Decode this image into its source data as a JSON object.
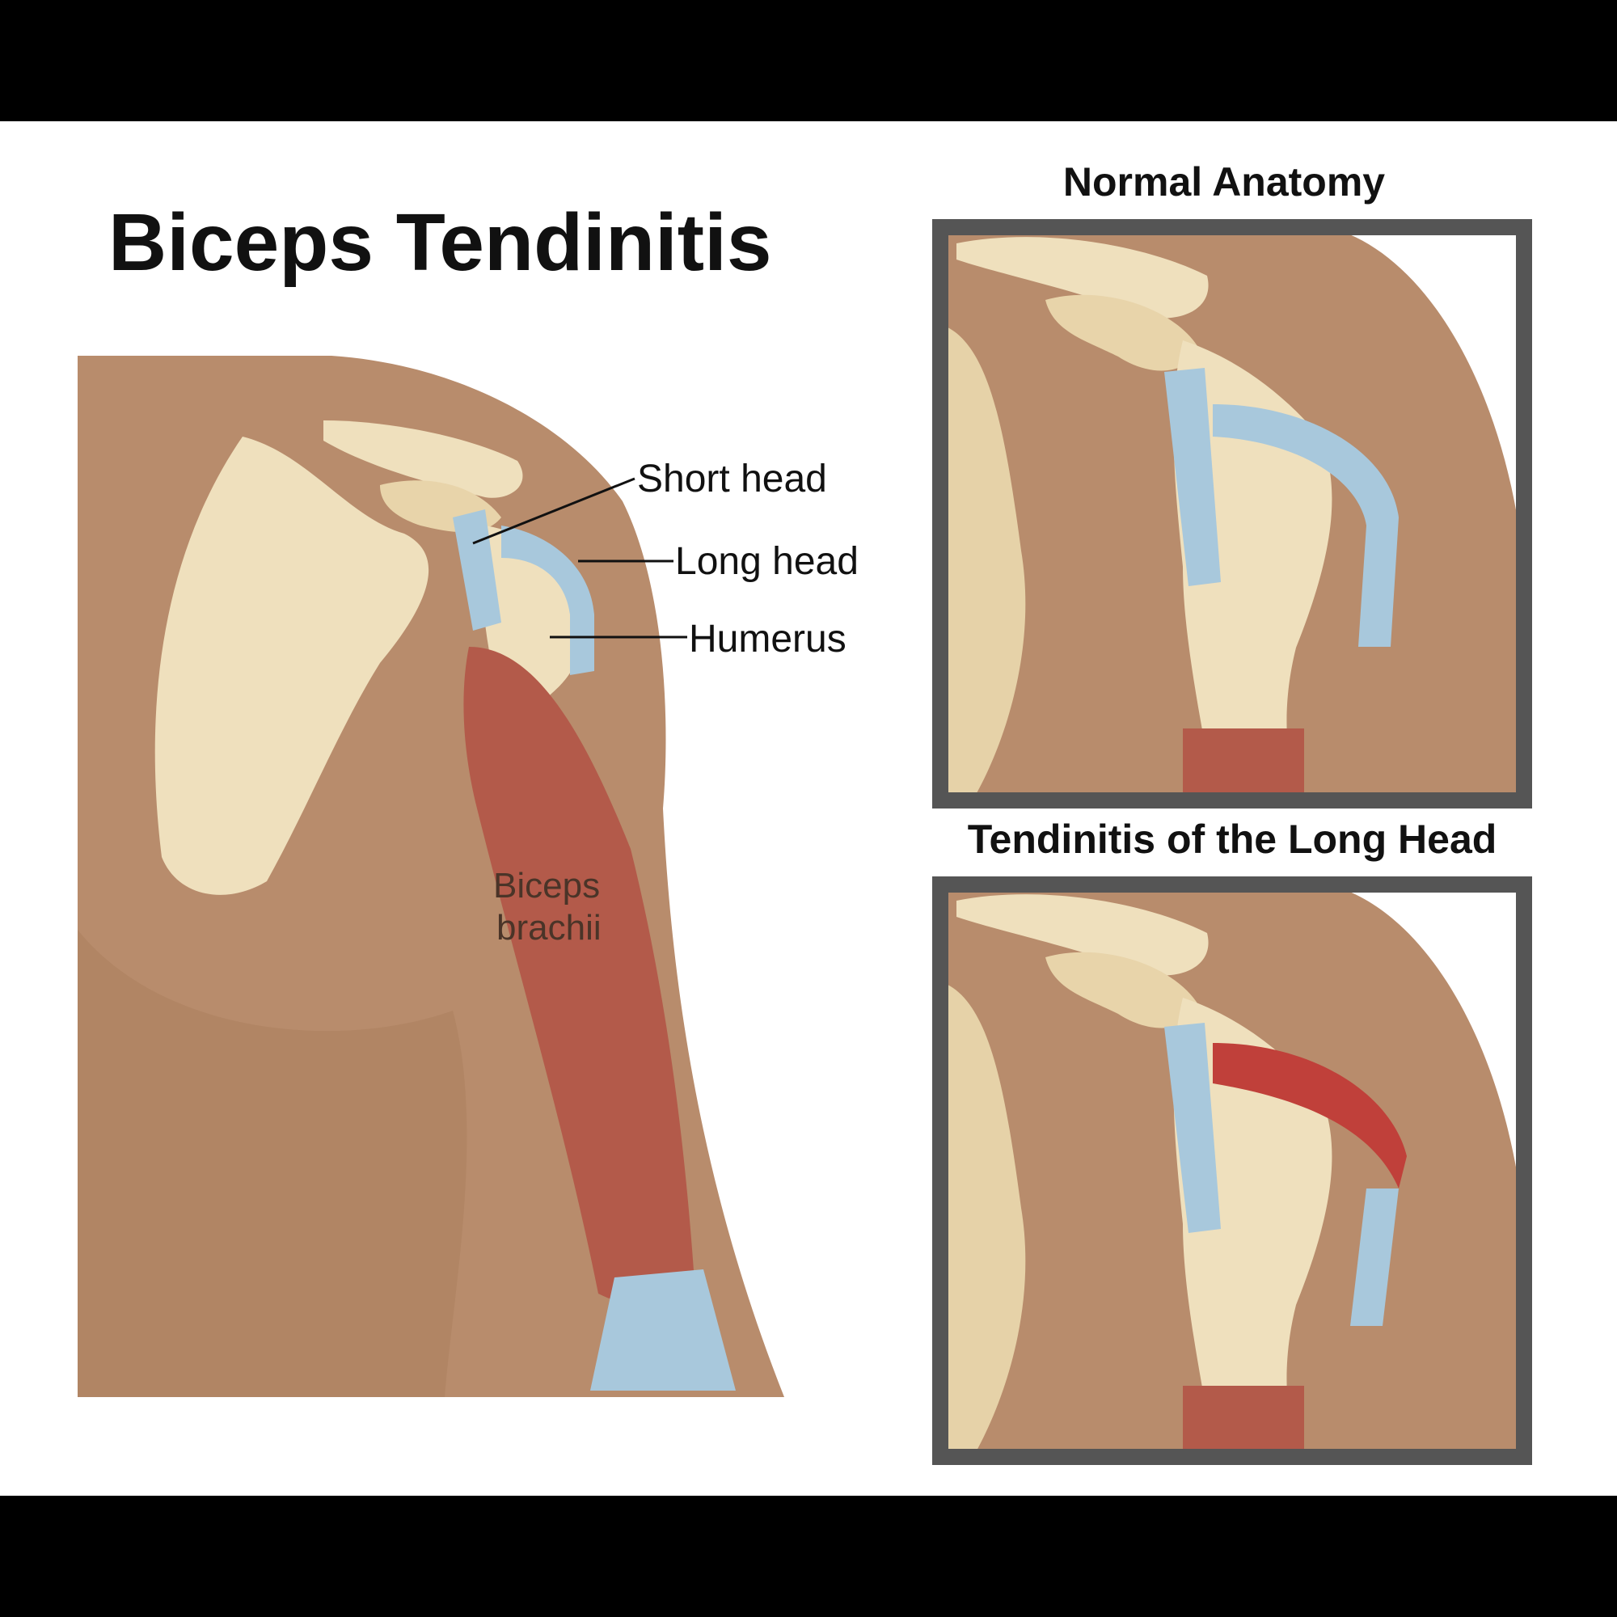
{
  "title": "Biceps Tendinitis",
  "main_illustration": {
    "labels": {
      "short_head": "Short head",
      "long_head": "Long head",
      "humerus": "Humerus",
      "muscle_line1": "Biceps",
      "muscle_line2": "brachii"
    }
  },
  "panels": [
    {
      "title": "Normal Anatomy"
    },
    {
      "title": "Tendinitis of the Long Head"
    }
  ],
  "colors": {
    "skin": "#b88c6c",
    "bone": "#efe0bd",
    "tendon": "#a8c8dc",
    "muscle": "#b35a4a",
    "inflamed": "#c0403a",
    "frame": "#555555"
  }
}
